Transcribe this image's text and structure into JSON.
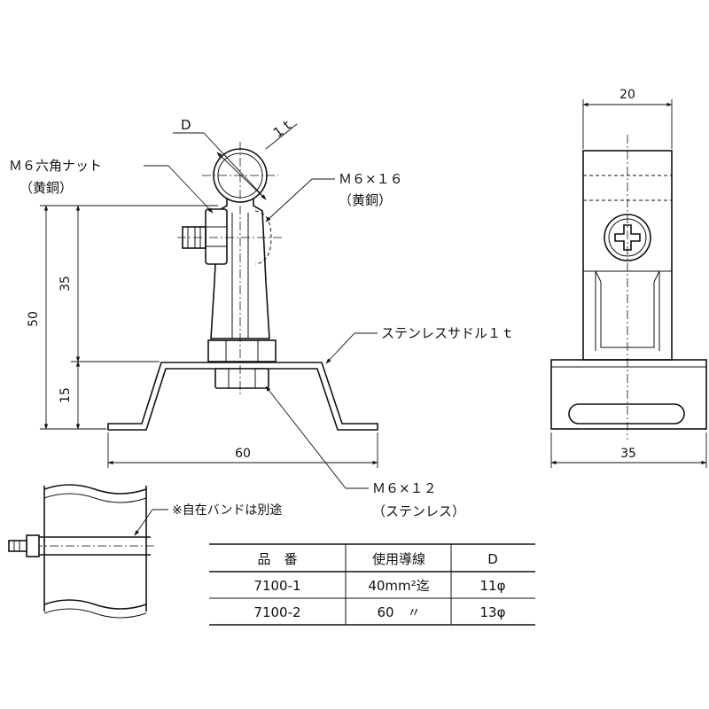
{
  "labels": {
    "d": "D",
    "one_t": "1 t",
    "m6_nut": "Ｍ６六角ナット",
    "brass_1": "（黄銅）",
    "m6x16": "Ｍ６×１６",
    "brass_2": "（黄銅）",
    "saddle": "ステンレスサドル１ｔ",
    "m6x12": "Ｍ６×１２",
    "stainless": "（ステンレス）",
    "band_note": "※自在バンドは別途"
  },
  "dimensions": {
    "h50": "50",
    "h35": "35",
    "h15": "15",
    "w60": "60",
    "w20": "20",
    "w35": "35"
  },
  "table": {
    "headers": [
      "品　番",
      "使用導線",
      "D"
    ],
    "rows": [
      [
        "7100-1",
        "40mm²迄",
        "11φ"
      ],
      [
        "7100-2",
        "60　〃",
        "13φ"
      ]
    ]
  }
}
